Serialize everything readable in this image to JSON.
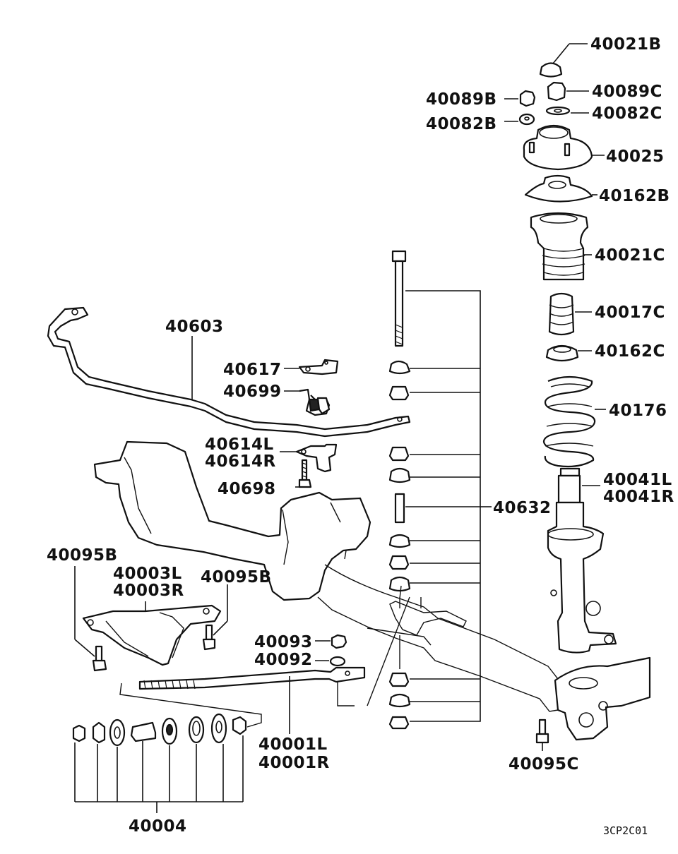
{
  "labels": {
    "p40021B": "40021B",
    "p40089B": "40089B",
    "p40089C": "40089C",
    "p40082B": "40082B",
    "p40082C": "40082C",
    "p40025": "40025",
    "p40162B": "40162B",
    "p40021C": "40021C",
    "p40017C": "40017C",
    "p40162C": "40162C",
    "p40176": "40176",
    "p40041L": "40041L",
    "p40041R": "40041R",
    "p40603": "40603",
    "p40617": "40617",
    "p40699": "40699",
    "p40614L": "40614L",
    "p40614R": "40614R",
    "p40698": "40698",
    "p40632": "40632",
    "p40095B_left": "40095B",
    "p40003L": "40003L",
    "p40003R": "40003R",
    "p40095B_right": "40095B",
    "p40093": "40093",
    "p40092": "40092",
    "p40001L": "40001L",
    "p40001R": "40001R",
    "p40004": "40004",
    "p40095C": "40095C"
  },
  "diagram_code": "3CP2C01"
}
